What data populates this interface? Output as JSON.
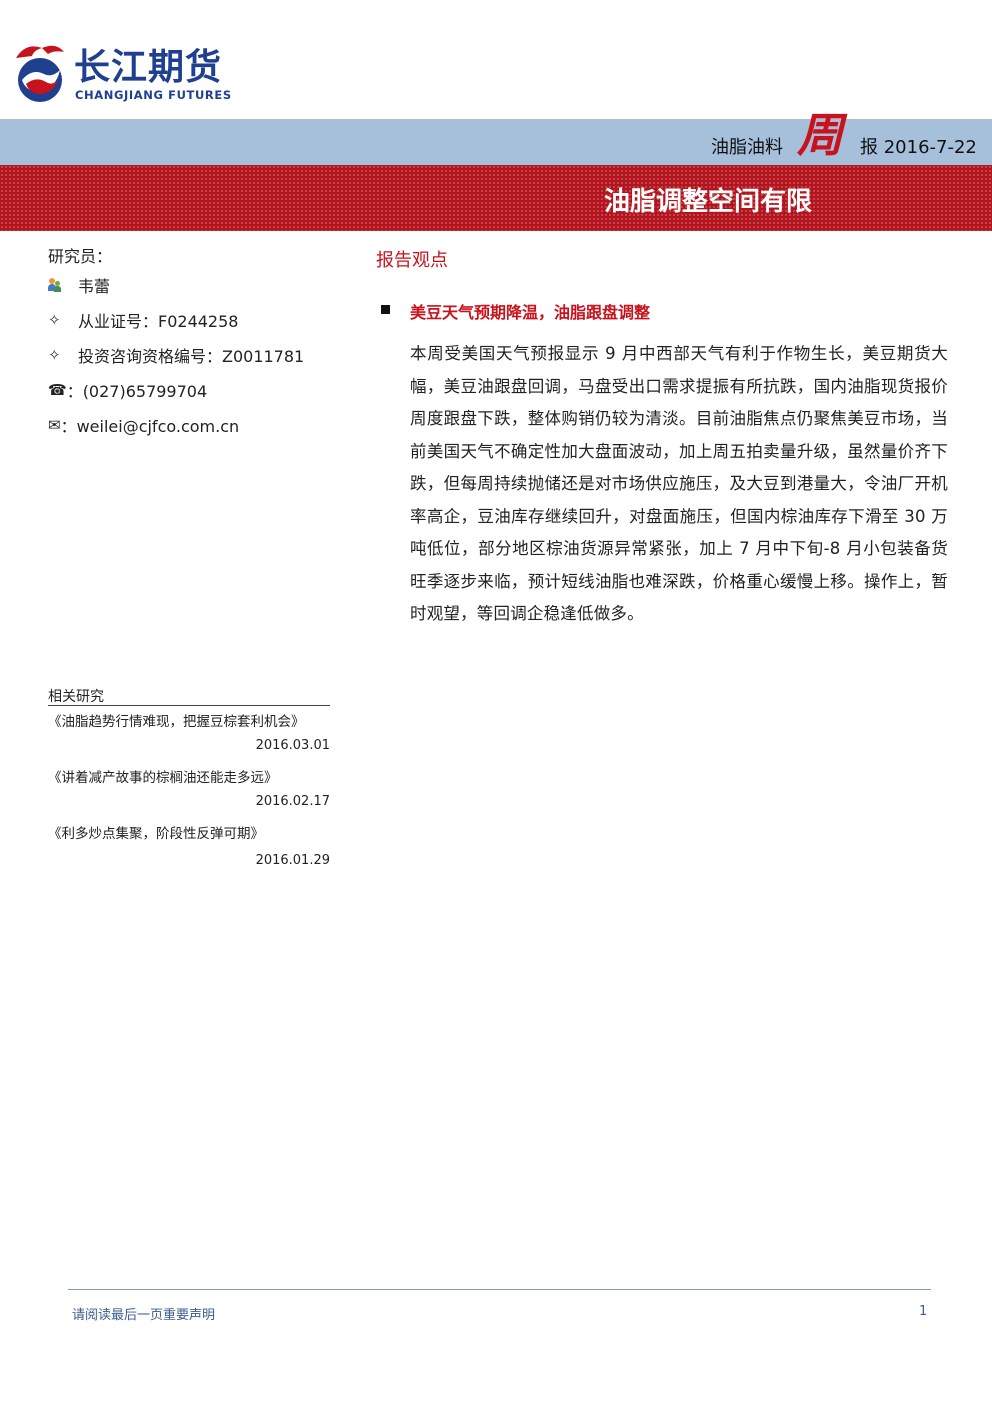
{
  "header": {
    "logo_cn": "长江期货",
    "logo_en": "CHANGJIANG FUTURES",
    "category": "油脂油料",
    "report_type_char": "周",
    "report_suffix_date": "报 2016-7-22",
    "title": "油脂调整空间有限"
  },
  "analyst": {
    "label": "研究员：",
    "name": "韦蕾",
    "license_label": "从业证号：F0244258",
    "consult_label": "投资咨询资格编号：Z0011781",
    "phone": "：(027)65799704",
    "email": "：weilei@cjfco.com.cn"
  },
  "related": {
    "title": "相关研究",
    "items": [
      {
        "title": "《油脂趋势行情难现，把握豆棕套利机会》",
        "date": "2016.03.01"
      },
      {
        "title": "《讲着减产故事的棕榈油还能走多远》",
        "date": "2016.02.17"
      },
      {
        "title": "《利多炒点集聚，阶段性反弹可期》",
        "date": "2016.01.29"
      }
    ]
  },
  "report": {
    "section_title": "报告观点",
    "bullet_title": "美豆天气预期降温，油脂跟盘调整",
    "body": "本周受美国天气预报显示 9 月中西部天气有利于作物生长，美豆期货大幅，美豆油跟盘回调，马盘受出口需求提振有所抗跌，国内油脂现货报价周度跟盘下跌，整体购销仍较为清淡。目前油脂焦点仍聚焦美豆市场，当前美国天气不确定性加大盘面波动，加上周五拍卖量升级，虽然量价齐下跌，但每周持续抛储还是对市场供应施压，及大豆到港量大，令油厂开机率高企，豆油库存继续回升，对盘面施压，但国内棕油库存下滑至 30 万吨低位，部分地区棕油货源异常紧张，加上 7 月中下旬-8 月小包装备货旺季逐步来临，预计短线油脂也难深跌，价格重心缓慢上移。操作上，暂时观望，等回调企稳逢低做多。"
  },
  "footer": {
    "disclaimer": "请阅读最后一页重要声明",
    "page": "1"
  },
  "colors": {
    "brand_blue": "#1f3f8f",
    "band_blue": "#a6c0dc",
    "band_red": "#b3141d",
    "accent_red": "#c8121c"
  }
}
